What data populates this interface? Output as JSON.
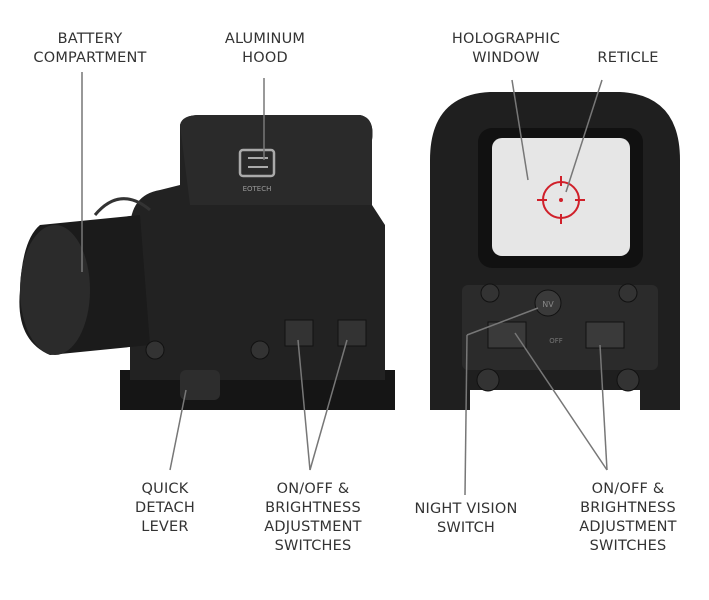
{
  "labels": {
    "battery": "BATTERY\nCOMPARTMENT",
    "hood": "ALUMINUM\nHOOD",
    "window": "HOLOGRAPHIC\nWINDOW",
    "reticle": "RETICLE",
    "lever": "QUICK\nDETACH\nLEVER",
    "switches_left": "ON/OFF &\nBRIGHTNESS\nADJUSTMENT\nSWITCHES",
    "night_vision": "NIGHT VISION\nSWITCH",
    "switches_right": "ON/OFF &\nBRIGHTNESS\nADJUSTMENT\nSWITCHES"
  },
  "logo": {
    "brand": "EOTECH"
  },
  "sight_marks": {
    "nv": "NV",
    "off": "OFF"
  },
  "colors": {
    "body": "#1f1f1f",
    "reticle": "#d0202a",
    "leader": "#777777",
    "text": "#333333"
  }
}
